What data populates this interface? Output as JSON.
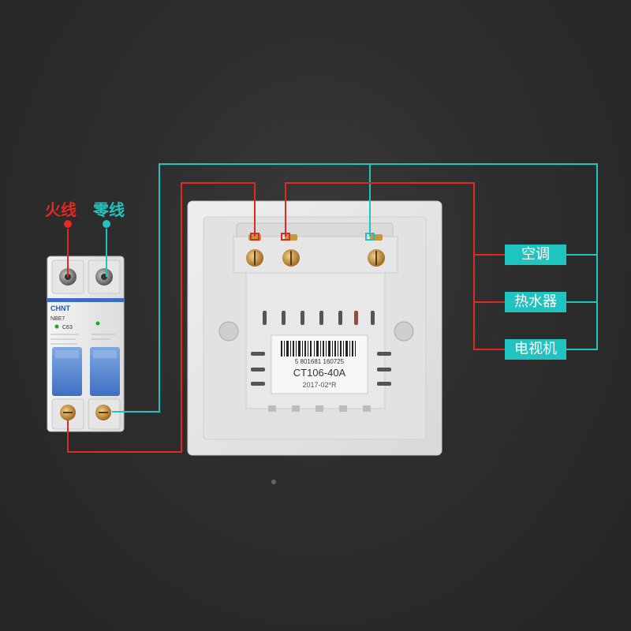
{
  "wire_labels": {
    "live": "火线",
    "neutral": "零线"
  },
  "loads": [
    "空调",
    "热水器",
    "电视机"
  ],
  "breaker": {
    "brand": "CHNT",
    "model": "NBE7",
    "rating": "C63"
  },
  "socket": {
    "barcode_number": "5 801681 160725",
    "model": "CT106-40A",
    "date": "2017-02*R"
  },
  "colors": {
    "live_wire": "#e02a20",
    "neutral_wire": "#1fc4c0",
    "label_bg": "#1fc4c0",
    "background": "#2b2b2b"
  }
}
